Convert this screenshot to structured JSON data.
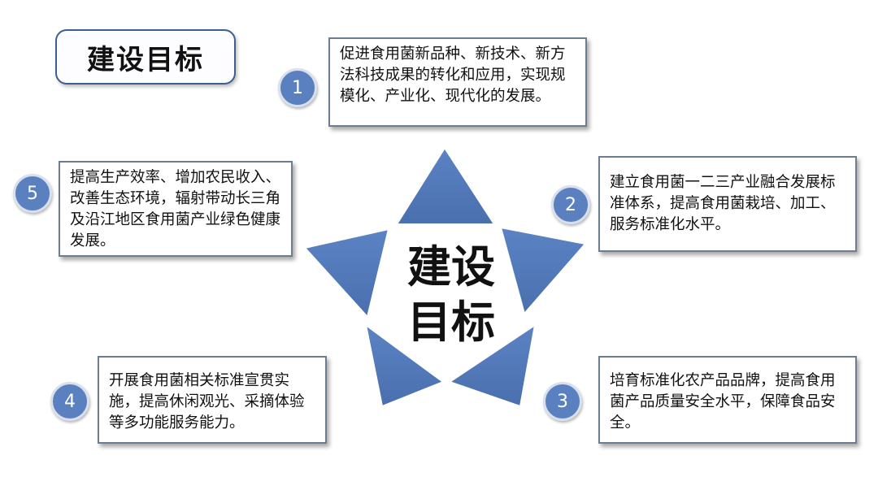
{
  "title": "建设目标",
  "center_title": [
    "建设",
    "目标"
  ],
  "accent_color": "#5a80c0",
  "items": [
    {
      "num": "1",
      "text": "促进食用菌新品种、新技术、新方法科技成果的转化和应用，实现规模化、产业化、现代化的发展。"
    },
    {
      "num": "2",
      "text": "建立食用菌一二三产业融合发展标准体系，提高食用菌栽培、加工、服务标准化水平。"
    },
    {
      "num": "3",
      "text": "培育标准化农产品品牌，提高食用菌产品质量安全水平，保障食品安全。"
    },
    {
      "num": "4",
      "text": "开展食用菌相关标准宣贯实施，提高休闲观光、采摘体验等多功能服务能力。"
    },
    {
      "num": "5",
      "text": "提高生产效率、增加农民收入、改善生态环境，辐射带动长三角及沿江地区食用菌产业绿色健康发展。"
    }
  ]
}
